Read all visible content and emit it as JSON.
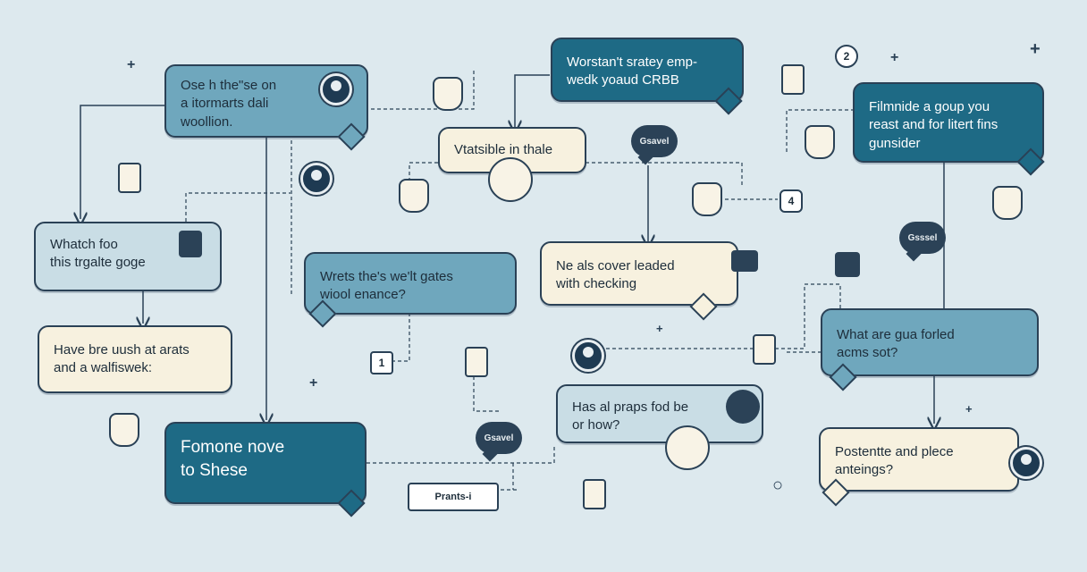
{
  "bubbles": {
    "b1": "Ose h the\"se on\na itormarts dali\nwoollion.",
    "b2": "Worstan't sratey emp-\nwedk yoaud CRBB",
    "b3": "Filmnide a goup you\nreast and for litert fins\ngunsider",
    "b4": "Vtatsible in thale",
    "b5": "Whatch foo\nthis trgalte goge",
    "b6": "Wrets the's we'lt gates\nwiool enance?",
    "b7": "Ne als cover leaded\nwith checking",
    "b8": "What are gua forled\nacms sot?",
    "b9": "Have bre uush at arats\nand a walfiswek:",
    "b10": "Has al praps fod be\nor how?",
    "b11": "Fomone nove\nto Shese",
    "b12": "Postentte and plece\nanteings?"
  },
  "badges": {
    "two": "2",
    "four": "4",
    "one": "1"
  },
  "pill_label": "Prants-i",
  "chat_icons": {
    "c1": "Gsavel",
    "c2": "Gsssel",
    "c3": "Gsavel"
  },
  "icons": [
    "user-avatar-icon",
    "chat-bubble-icon",
    "pouch-icon",
    "tag-icon",
    "gear-icon",
    "rosette-icon",
    "sparkle-icon"
  ],
  "colors": {
    "background": "#dde9ee",
    "light_bubble": "#f7f1df",
    "blue_bubble": "#6fa7bd",
    "teal_bubble": "#1e6a85",
    "outline": "#2a4156"
  }
}
